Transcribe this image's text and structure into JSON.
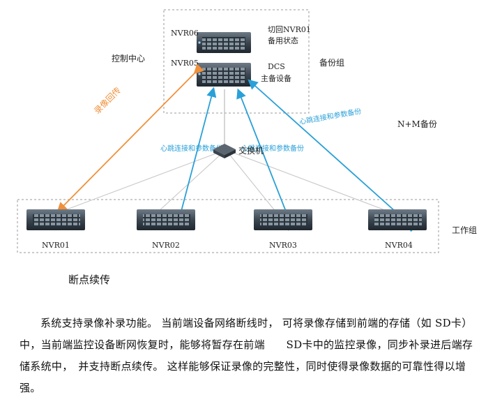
{
  "diagram": {
    "nvr06": {
      "name": "NVR06",
      "note_line1": "切回NVR01",
      "note_line2": "备用状态"
    },
    "nvr05": {
      "name": "NVR05",
      "note_line1": "DCS",
      "note_line2": "主备设备"
    },
    "control_center": "控制中心",
    "backup_group": "备份组",
    "record_return": "录像回传",
    "n_plus_m": "N+M备份",
    "switch_label": "交换机",
    "heartbeat_left": "心跳连接和参数备份",
    "heartbeat_mid": "心跳连接和参数备份",
    "heartbeat_right": "心跳连接和参数备份",
    "work_group": "工作组",
    "work_nvrs": [
      "NVR01",
      "NVR02",
      "NVR03",
      "NVR04"
    ],
    "colors": {
      "orange": "#f0903a",
      "blue": "#2aa0d8",
      "gray_line": "#c8c8c8",
      "dash": "#999999"
    }
  },
  "caption": "断点续传",
  "paragraph": "系统支持录像补录功能。 当前端设备网络断线时， 可将录像存储到前端的存储（如 SD卡）中，当前端监控设备断网恢复时，能够将暂存在前端　　SD卡中的监控录像，同步补录进后端存储系统中，　并支持断点续传。 这样能够保证录像的完整性，同时使得录像数据的可靠性得以增强。"
}
